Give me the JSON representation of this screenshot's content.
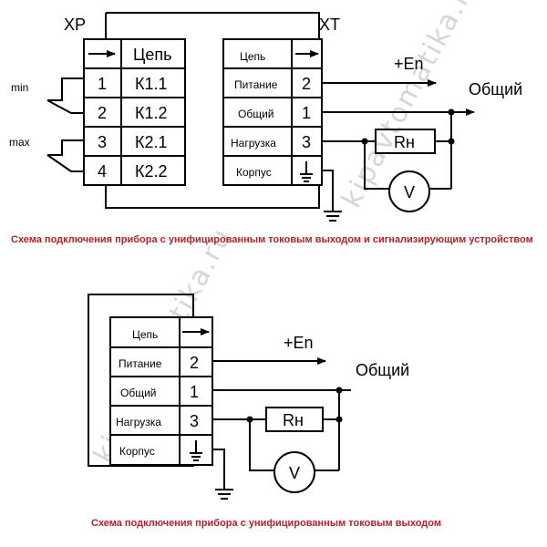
{
  "diagram1": {
    "xp_label": "XP",
    "xt_label": "XT",
    "xp_header": "Цепь",
    "xt_header": "Цепь",
    "xp_rows": [
      {
        "num": "1",
        "name": "К1.1"
      },
      {
        "num": "2",
        "name": "К1.2"
      },
      {
        "num": "3",
        "name": "К2.1"
      },
      {
        "num": "4",
        "name": "К2.2"
      }
    ],
    "xt_rows": [
      {
        "name": "Питание",
        "num": "2"
      },
      {
        "name": "Общий",
        "num": "1"
      },
      {
        "name": "Нагрузка",
        "num": "3"
      },
      {
        "name": "Корпус",
        "num": ""
      }
    ],
    "min_label": "min",
    "max_label": "max",
    "en_label": "+En",
    "common_label": "Общий",
    "resistor_label": "Rн",
    "voltmeter_label": "V",
    "caption": "Схема подключения прибора с унифицированным токовым выходом и сигнализирующим устройством"
  },
  "diagram2": {
    "header": "Цепь",
    "rows": [
      {
        "name": "Питание",
        "num": "2"
      },
      {
        "name": "Общий",
        "num": "1"
      },
      {
        "name": "Нагрузка",
        "num": "3"
      },
      {
        "name": "Корпус",
        "num": ""
      }
    ],
    "en_label": "+En",
    "common_label": "Общий",
    "resistor_label": "Rн",
    "voltmeter_label": "V",
    "caption": "Схема подключения прибора с унифицированным токовым выходом"
  },
  "watermarks": {
    "top": "kipavtomatika.ru",
    "bottom": "kipavtomatika.ru"
  }
}
